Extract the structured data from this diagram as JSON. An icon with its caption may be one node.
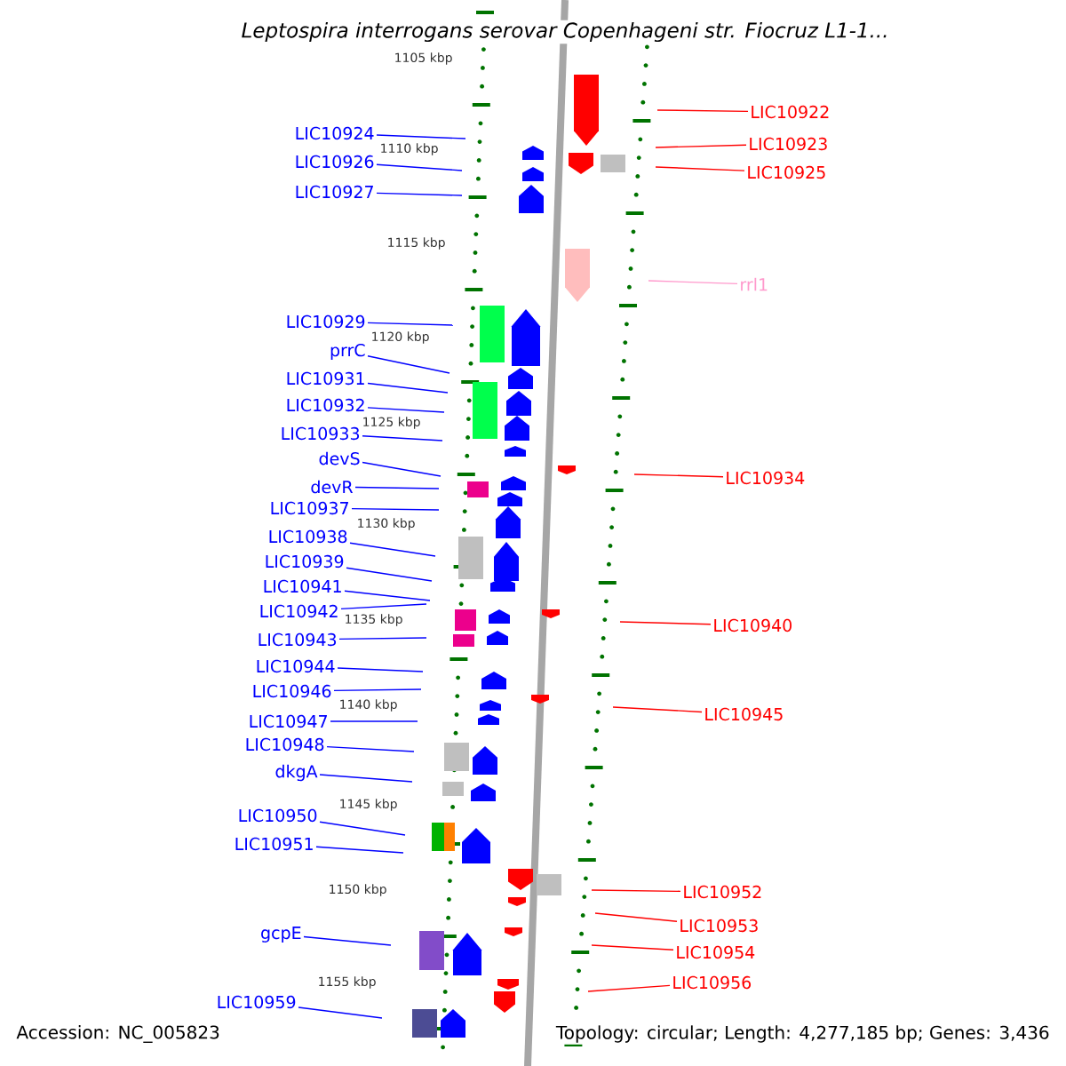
{
  "diagram": {
    "title": "Leptospira interrogans serovar Copenhageni str. Fiocruz L1-1...",
    "nodes": [
      {
        "text": [
          "LIC10924"
        ]
      },
      {
        "text": [
          "LIC10926"
        ]
      },
      {
        "text": [
          "LIC10927"
        ]
      },
      {
        "text": [
          "LIC10929"
        ]
      },
      {
        "text": [
          "prrC"
        ]
      },
      {
        "text": [
          "LIC10931"
        ]
      },
      {
        "text": [
          "LIC10932"
        ]
      },
      {
        "text": [
          "LIC10933"
        ]
      },
      {
        "text": [
          "devS"
        ]
      },
      {
        "text": [
          "devR"
        ]
      },
      {
        "text": [
          "LIC10937"
        ]
      },
      {
        "text": [
          "LIC10938"
        ]
      },
      {
        "text": [
          "LIC10939"
        ]
      },
      {
        "text": [
          "LIC10941"
        ]
      },
      {
        "text": [
          "LIC10942"
        ]
      },
      {
        "text": [
          "LIC10943"
        ]
      },
      {
        "text": [
          "LIC10944"
        ]
      },
      {
        "text": [
          "LIC10946"
        ]
      },
      {
        "text": [
          "LIC10947"
        ]
      },
      {
        "text": [
          "LIC10948"
        ]
      },
      {
        "text": [
          "dkgA"
        ]
      },
      {
        "text": [
          "LIC10950"
        ]
      },
      {
        "text": [
          "LIC10951"
        ]
      },
      {
        "text": [
          "gcpE"
        ]
      },
      {
        "text": [
          "LIC10959"
        ]
      },
      {
        "text": [
          "LIC10922"
        ]
      },
      {
        "text": [
          "LIC10923"
        ]
      },
      {
        "text": [
          "LIC10925"
        ]
      },
      {
        "text": [
          "rrl1"
        ]
      },
      {
        "text": [
          "LIC10934"
        ]
      },
      {
        "text": [
          "LIC10940"
        ]
      },
      {
        "text": [
          "LIC10945"
        ]
      },
      {
        "text": [
          "LIC10952"
        ]
      },
      {
        "text": [
          "LIC10953"
        ]
      },
      {
        "text": [
          "LIC10954"
        ]
      },
      {
        "text": [
          "LIC10956"
        ]
      }
    ],
    "edges": [
      {
        "from": 0,
        "to": null,
        "arrow": "none"
      },
      {
        "from": 1,
        "to": null,
        "arrow": "none"
      },
      {
        "from": 2,
        "to": null,
        "arrow": "none"
      },
      {
        "from": 3,
        "to": null,
        "arrow": "none"
      },
      {
        "from": 4,
        "to": null,
        "arrow": "none"
      },
      {
        "from": 5,
        "to": null,
        "arrow": "none"
      },
      {
        "from": 6,
        "to": null,
        "arrow": "none"
      },
      {
        "from": 7,
        "to": null,
        "arrow": "none"
      },
      {
        "from": 8,
        "to": null,
        "arrow": "none"
      },
      {
        "from": 9,
        "to": null,
        "arrow": "none"
      },
      {
        "from": 10,
        "to": null,
        "arrow": "none"
      },
      {
        "from": 11,
        "to": null,
        "arrow": "none"
      },
      {
        "from": 12,
        "to": null,
        "arrow": "none"
      },
      {
        "from": 13,
        "to": null,
        "arrow": "none"
      },
      {
        "from": 14,
        "to": null,
        "arrow": "none"
      },
      {
        "from": 15,
        "to": null,
        "arrow": "none"
      },
      {
        "from": 16,
        "to": null,
        "arrow": "none"
      },
      {
        "from": 17,
        "to": null,
        "arrow": "none"
      },
      {
        "from": 18,
        "to": null,
        "arrow": "none"
      },
      {
        "from": 19,
        "to": null,
        "arrow": "none"
      },
      {
        "from": 20,
        "to": null,
        "arrow": "none"
      },
      {
        "from": 21,
        "to": null,
        "arrow": "none"
      },
      {
        "from": 22,
        "to": null,
        "arrow": "none"
      },
      {
        "from": 23,
        "to": null,
        "arrow": "none"
      },
      {
        "from": 24,
        "to": null,
        "arrow": "none"
      },
      {
        "from": 25,
        "to": null,
        "arrow": "none",
        "color": "#ff0000"
      },
      {
        "from": 26,
        "to": null,
        "arrow": "none",
        "color": "#ff0000"
      },
      {
        "from": 27,
        "to": null,
        "arrow": "none",
        "color": "#ff0000"
      },
      {
        "from": 28,
        "to": null,
        "arrow": "none",
        "color": "#ff99cc"
      },
      {
        "from": 29,
        "to": null,
        "arrow": "none",
        "color": "#ff0000"
      },
      {
        "from": 30,
        "to": null,
        "arrow": "none",
        "color": "#ff0000"
      },
      {
        "from": 31,
        "to": null,
        "arrow": "none",
        "color": "#ff0000"
      },
      {
        "from": 32,
        "to": null,
        "arrow": "none",
        "color": "#ff0000"
      },
      {
        "from": 33,
        "to": null,
        "arrow": "none",
        "color": "#ff0000"
      },
      {
        "from": 34,
        "to": null,
        "arrow": "none",
        "color": "#ff0000"
      },
      {
        "from": 35,
        "to": null,
        "arrow": "none",
        "color": "#ff0000"
      }
    ],
    "labels": [
      "1105 kbp",
      "1110 kbp",
      "1115 kbp",
      "1120 kbp",
      "1125 kbp",
      "1130 kbp",
      "1135 kbp",
      "1140 kbp",
      "1145 kbp",
      "1150 kbp",
      "1155 kbp",
      "Accession: NC_005823",
      "Topology: circular; Length: 4,277,185 bp; Genes: 3,436"
    ]
  }
}
